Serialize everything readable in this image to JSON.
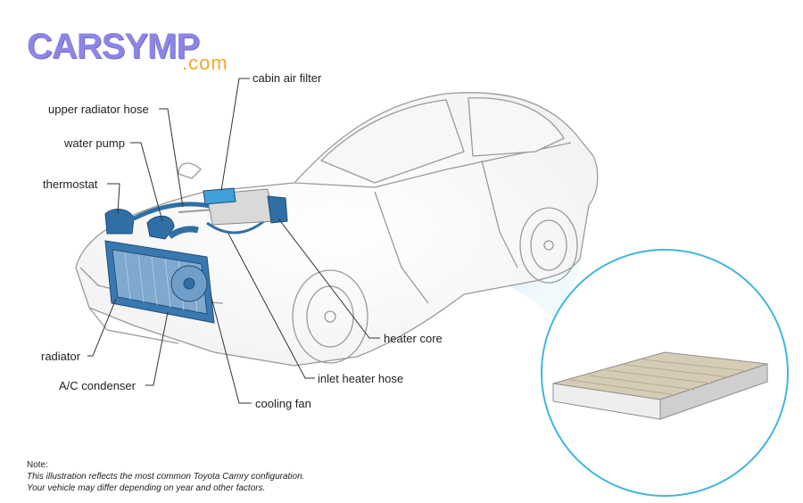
{
  "logo": {
    "main": "CARSYMP",
    "sub": ".com"
  },
  "labels": {
    "cabin_air_filter": "cabin air filter",
    "upper_radiator_hose": "upper radiator hose",
    "water_pump": "water pump",
    "thermostat": "thermostat",
    "radiator": "radiator",
    "ac_condenser": "A/C condenser",
    "cooling_fan": "cooling fan",
    "inlet_heater_hose": "inlet heater hose",
    "heater_core": "heater core"
  },
  "note": {
    "heading": "Note:",
    "line1": "This illustration reflects the most common Toyota Camry configuration.",
    "line2": "Your vehicle may differ depending on year and other factors."
  },
  "colors": {
    "part_blue": "#2f6fa6",
    "highlight_cyan": "#3fb6dd",
    "logo_purple": "#8c86e6",
    "logo_orange": "#f0a830"
  }
}
